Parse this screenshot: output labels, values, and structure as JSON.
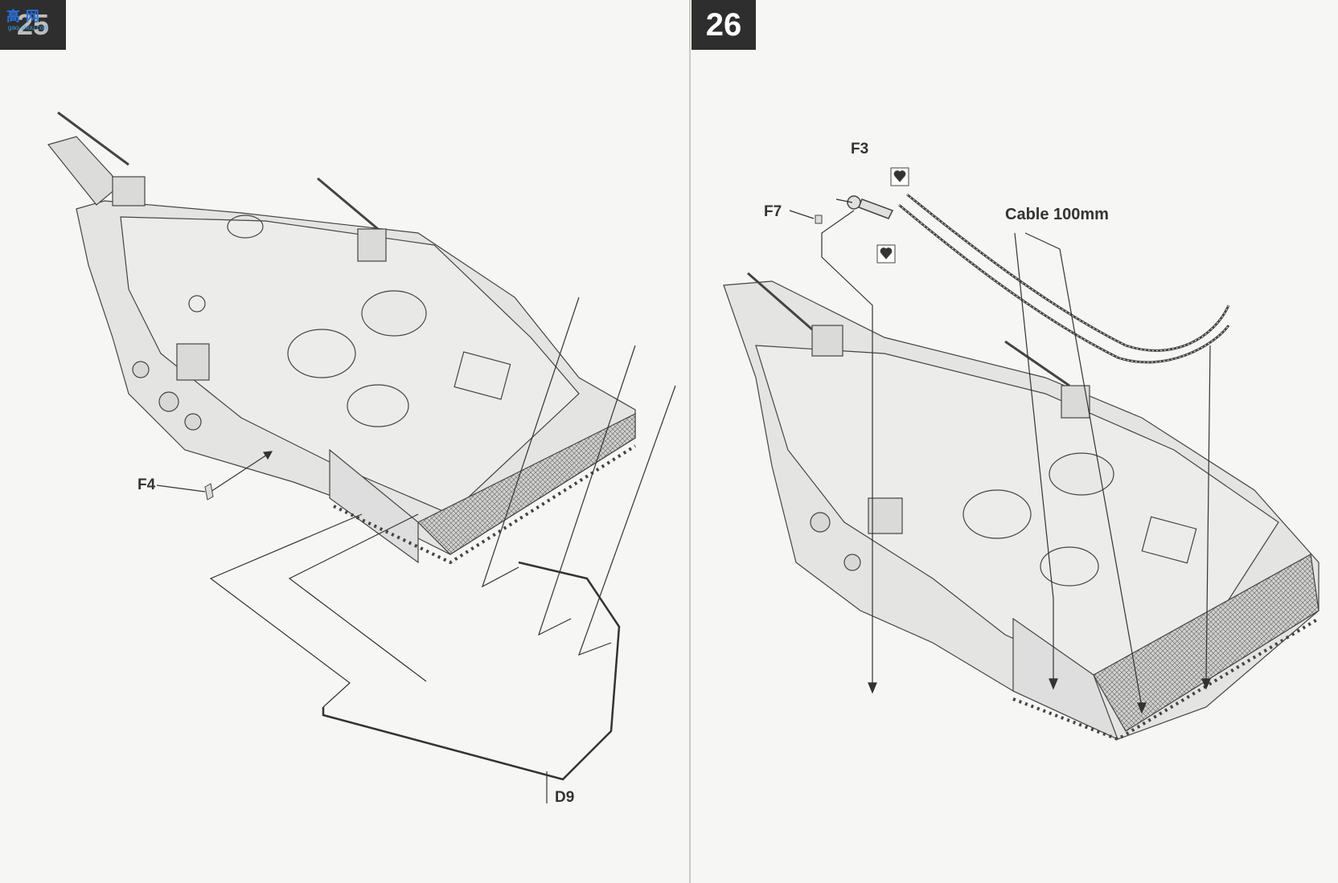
{
  "left_page": {
    "step_number": "25",
    "watermark": "高 网",
    "watermark_sub": "gao-shou.com",
    "parts": {
      "f4": "F4",
      "d9": "D9"
    }
  },
  "right_page": {
    "step_number": "26",
    "parts": {
      "f3": "F3",
      "f7": "F7"
    },
    "cable_label": "Cable 100mm",
    "icons": [
      "cut-glue-icon",
      "cut-glue-icon"
    ]
  },
  "colors": {
    "line": "#3a3a3a",
    "hull": "#e2e2e0",
    "badge": "#2e2e2e"
  }
}
